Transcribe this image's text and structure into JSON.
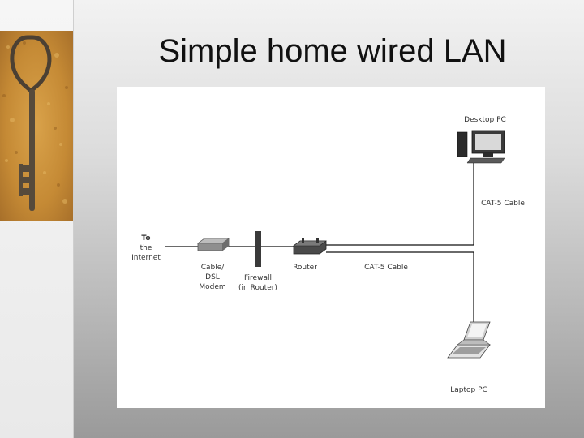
{
  "slide": {
    "title": "Simple home wired LAN"
  },
  "diagram": {
    "labels": {
      "to": "To",
      "the": "the",
      "internet": "Internet",
      "modem_line1": "Cable/",
      "modem_line2": "DSL",
      "modem_line3": "Modem",
      "firewall_line1": "Firewall",
      "firewall_line2": "(in Router)",
      "router": "Router",
      "cable_horizontal": "CAT-5 Cable",
      "cable_vertical": "CAT-5 Cable",
      "desktop": "Desktop PC",
      "laptop": "Laptop PC"
    }
  },
  "icons": {
    "photo": "skeleton-key-photo",
    "modem": "modem-icon",
    "firewall": "firewall-icon",
    "router": "router-icon",
    "desktop": "desktop-pc-icon",
    "laptop": "laptop-pc-icon"
  }
}
